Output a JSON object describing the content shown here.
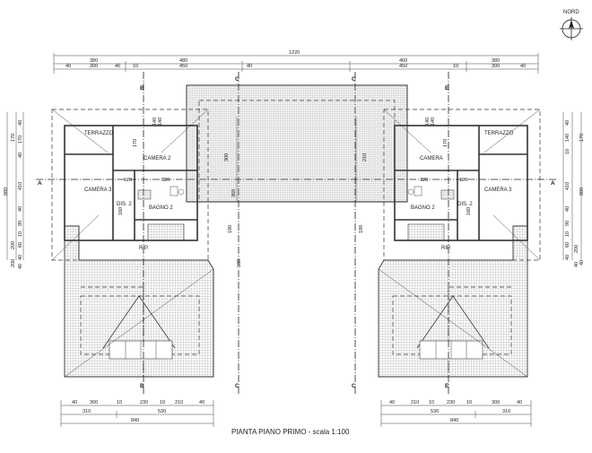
{
  "north_label": "NORD",
  "title": "PIANTA PIANO PRIMO - scala 1:100",
  "sections": {
    "a": "A",
    "b": "B",
    "c": "C",
    "e": "E"
  },
  "top_dims": {
    "overall": "1220",
    "row1": [
      "380",
      "480",
      "460",
      "380"
    ],
    "row2": [
      "40",
      "300",
      "40",
      "10",
      "450",
      "40",
      "450",
      "10",
      "300",
      "40"
    ]
  },
  "bottom_left_dims": {
    "row1": [
      "40",
      "300",
      "10",
      "230",
      "10",
      "210",
      "40"
    ],
    "row2": [
      "310",
      "530"
    ],
    "total": "840"
  },
  "bottom_right_dims": {
    "row1": [
      "40",
      "210",
      "10",
      "230",
      "10",
      "300",
      "40"
    ],
    "row2": [
      "530",
      "310"
    ],
    "total": "840"
  },
  "left_dims": {
    "outer": [
      "880",
      "170",
      "200"
    ],
    "inner": [
      "40",
      "170",
      "40",
      "410",
      "40",
      "90",
      "10",
      "60",
      "40",
      "200",
      "40"
    ]
  },
  "right_dims": {
    "outer": [
      "170",
      "880",
      "40"
    ],
    "inner": [
      "40",
      "140",
      "10",
      "410",
      "40",
      "90",
      "10",
      "60",
      "40",
      "200",
      "40"
    ]
  },
  "rooms_left": {
    "terrazzo": "TERRAZZO",
    "camera2": "CAMERA 2",
    "camera3": "CAMERA 3",
    "dis2": "DIS. 2",
    "bagno2": "BAGNO 2",
    "rip": "RIP.",
    "d1": "170",
    "d2": "320",
    "d3": "140",
    "d4": "140",
    "d5": "120",
    "d6": "160"
  },
  "rooms_right": {
    "terrazzo": "TERRAZZO",
    "camera": "CAMERA",
    "camera3": "CAMERA 3",
    "dis2": "DIS. 2",
    "bagno2": "BAGNO 2",
    "rip": "RIP.",
    "d1": "170",
    "d2": "320",
    "d3": "140",
    "d4": "140",
    "d5": "120",
    "d6": "160"
  },
  "center_dims": [
    "300",
    "360",
    "190",
    "210",
    "190",
    "100"
  ]
}
